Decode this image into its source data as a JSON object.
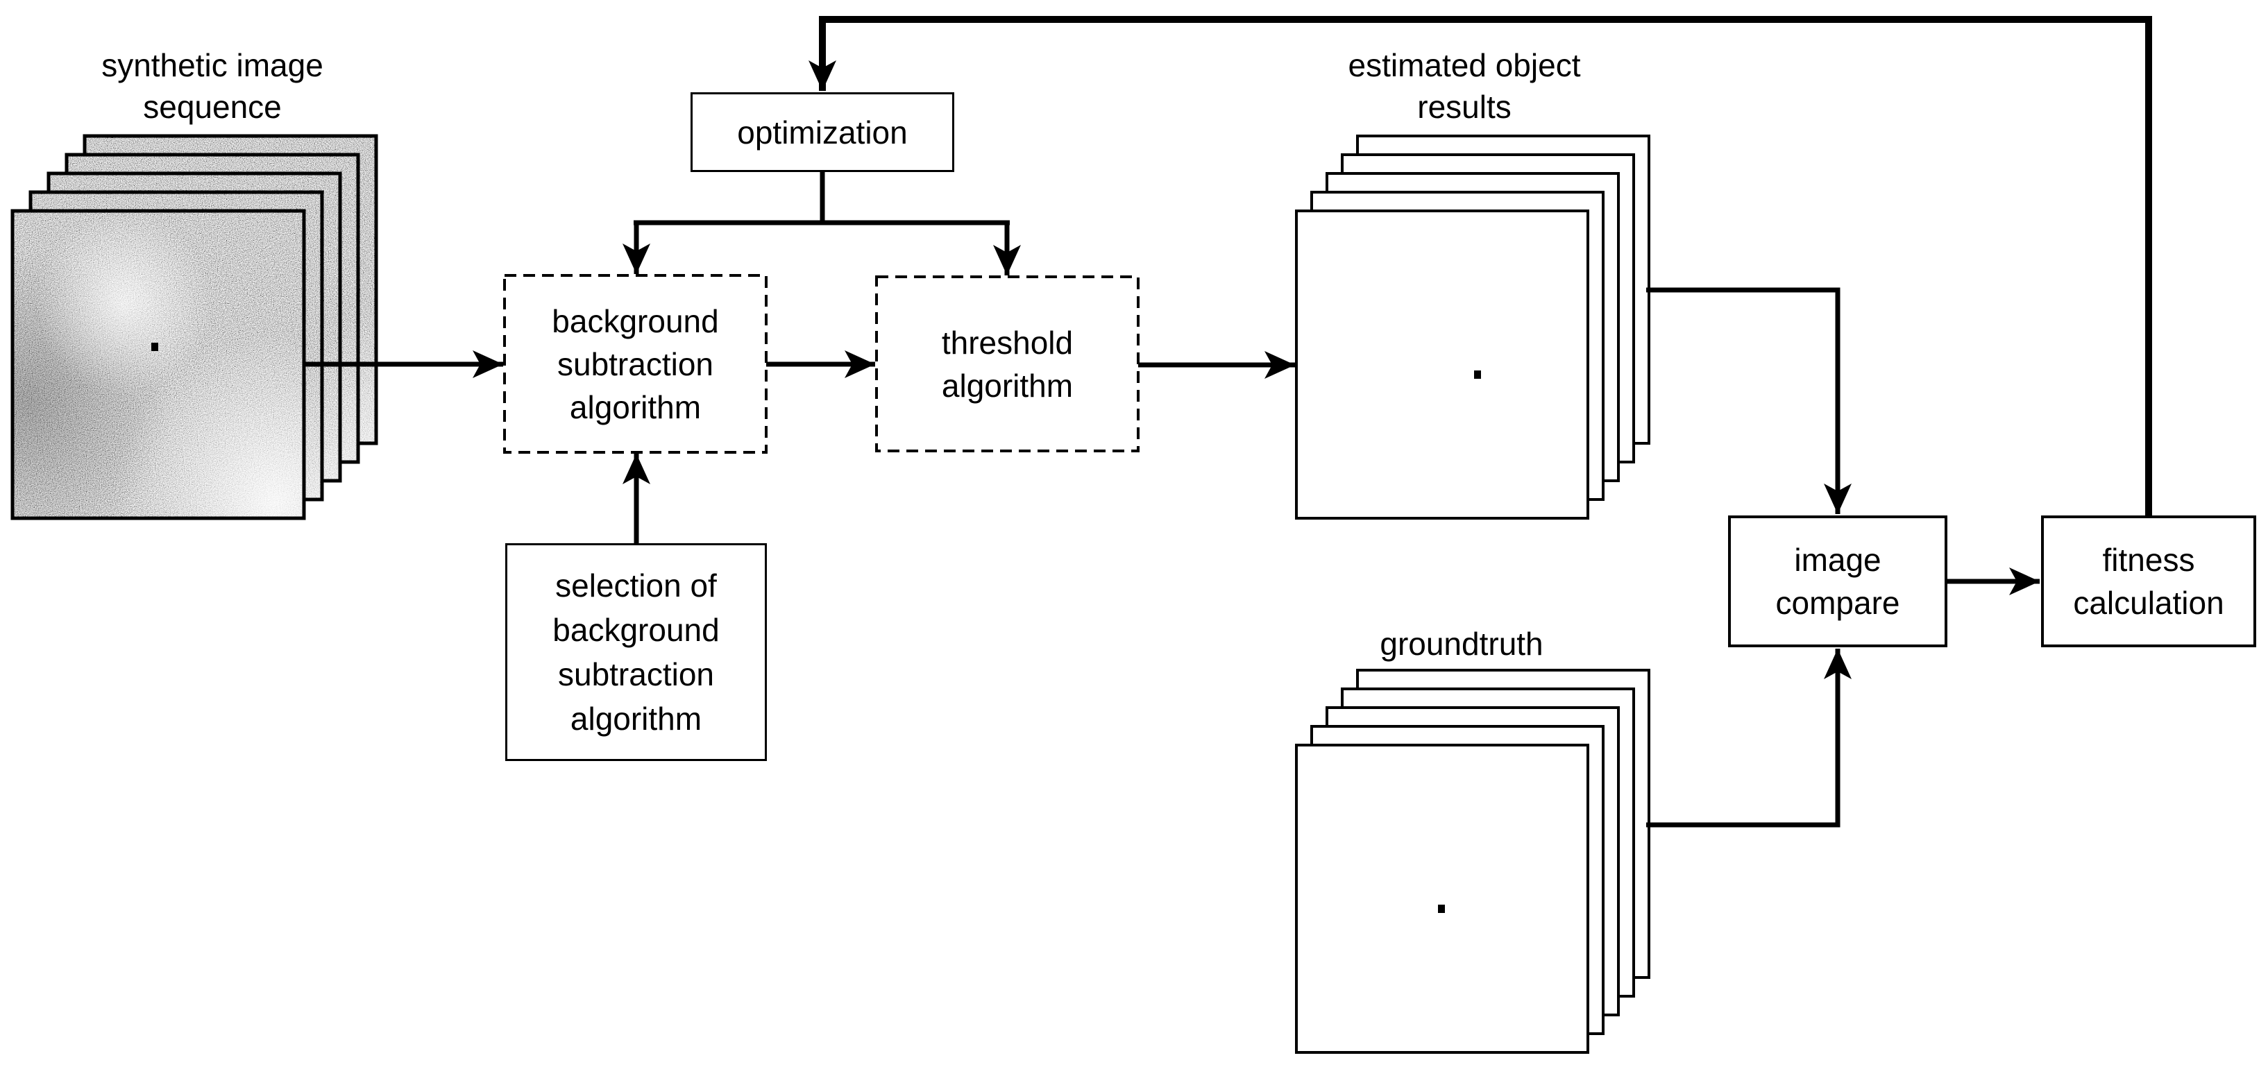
{
  "figure": {
    "colors": {
      "ink": "#000000",
      "paper": "#ffffff"
    },
    "synthetic_label": {
      "line1": "synthetic image",
      "line2": "sequence"
    },
    "estimated_label": {
      "line1": "estimated object",
      "line2": "results"
    },
    "groundtruth_label": {
      "line1": "groundtruth"
    },
    "optimization": {
      "line1": "optimization"
    },
    "background_subtraction": {
      "line1": "background",
      "line2": "subtraction",
      "line3": "algorithm"
    },
    "threshold": {
      "line1": "threshold",
      "line2": "algorithm"
    },
    "selection": {
      "line1": "selection of",
      "line2": "background",
      "line3": "subtraction",
      "line4": "algorithm"
    },
    "image_compare": {
      "line1": "image",
      "line2": "compare"
    },
    "fitness": {
      "line1": "fitness",
      "line2": "calculation"
    }
  }
}
